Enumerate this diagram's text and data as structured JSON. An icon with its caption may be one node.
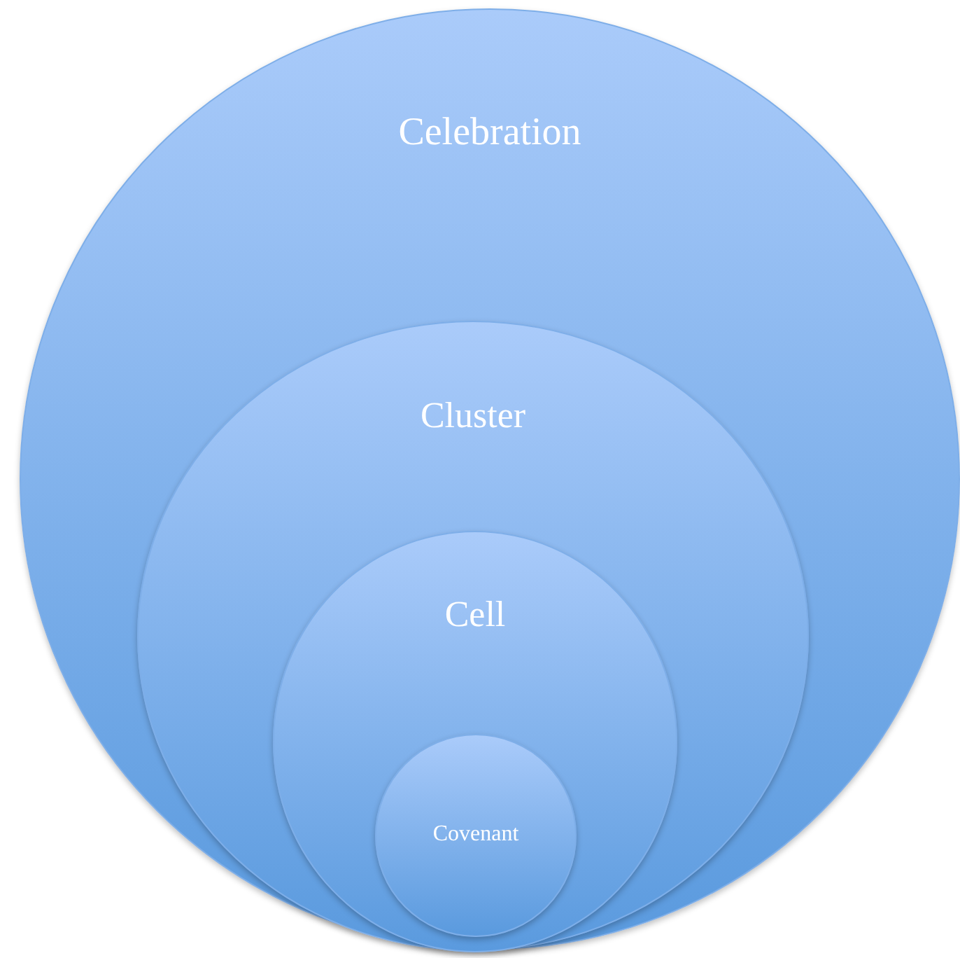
{
  "diagram": {
    "nodes": [
      {
        "text": [
          "Celebration"
        ]
      },
      {
        "text": [
          "Cluster"
        ],
        "in": 0
      },
      {
        "text": [
          "Cell"
        ],
        "in": 1
      },
      {
        "text": [
          "Covenant"
        ],
        "in": 2
      }
    ]
  }
}
